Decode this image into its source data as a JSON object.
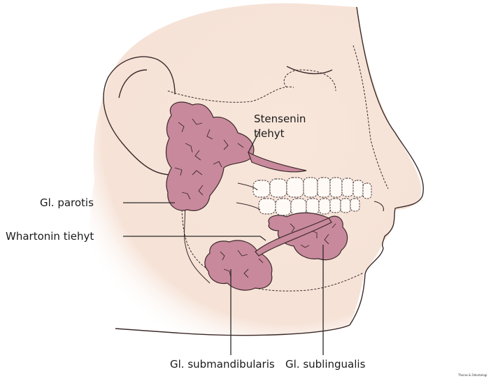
{
  "labels": {
    "stensen_line1": "Stensenin",
    "stensen_line2": "tiehyt",
    "parotis": "Gl. parotis",
    "wharton": "Whartonin tiehyt",
    "submandibularis": "Gl. submandibularis",
    "sublingualis": "Gl. sublingualis"
  },
  "watermark": "Thorax & Odontologi",
  "colors": {
    "skin": "#f8e8de",
    "gland": "#c9899c",
    "outline": "#3a2a2a",
    "text": "#1a1a1a"
  }
}
